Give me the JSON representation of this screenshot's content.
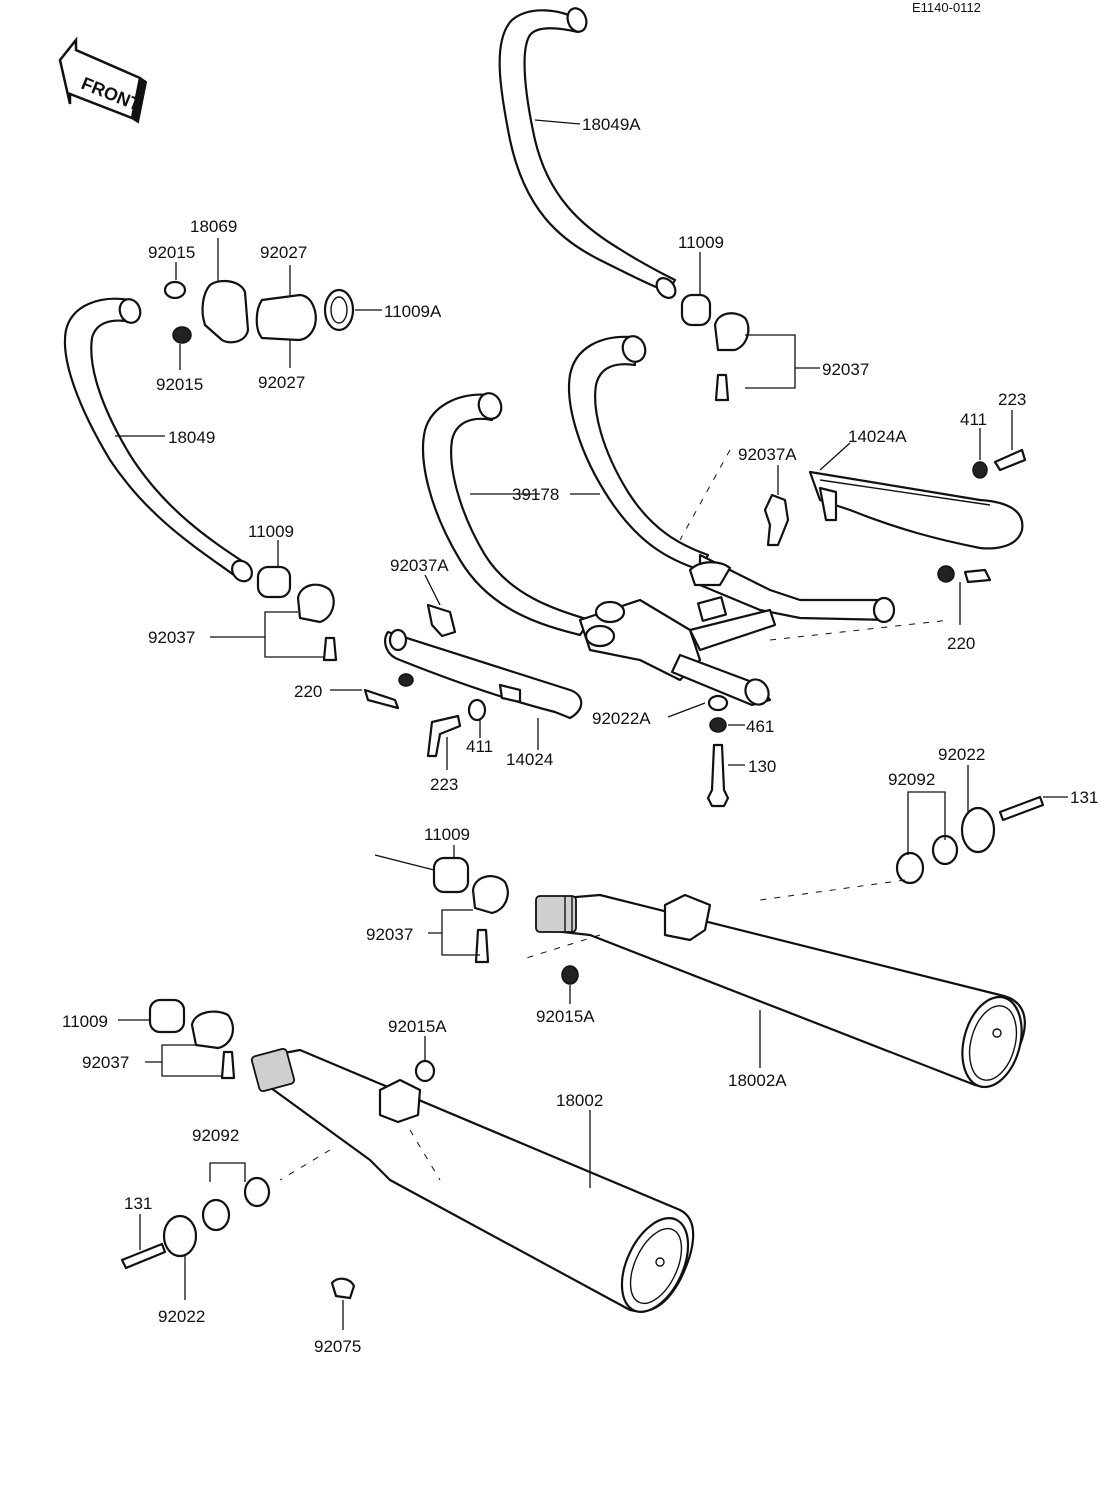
{
  "diagram": {
    "code": "E1140-0112",
    "front_label": "FRONT",
    "labels": {
      "l_18049A": "18049A",
      "l_18069": "18069",
      "l_92015_top": "92015",
      "l_92027_top": "92027",
      "l_11009A": "11009A",
      "l_92015_bot": "92015",
      "l_92027_bot": "92027",
      "l_18049": "18049",
      "l_11009_upper_right": "11009",
      "l_92037_upper_right": "92037",
      "l_223_right": "223",
      "l_411_right": "411",
      "l_14024A": "14024A",
      "l_92037A_right": "92037A",
      "l_39178": "39178",
      "l_11009_left": "11009",
      "l_92037A_left": "92037A",
      "l_92037_left": "92037",
      "l_220_right": "220",
      "l_220_left": "220",
      "l_92022A": "92022A",
      "l_461": "461",
      "l_130": "130",
      "l_411_left": "411",
      "l_14024": "14024",
      "l_223_left": "223",
      "l_92022_right": "92022",
      "l_92092_right": "92092",
      "l_131_right": "131",
      "l_11009_mid": "11009",
      "l_92037_mid": "92037",
      "l_92015A_right": "92015A",
      "l_11009_lower": "11009",
      "l_92015A_left": "92015A",
      "l_92037_lower": "92037",
      "l_18002A": "18002A",
      "l_18002": "18002",
      "l_92092_left": "92092",
      "l_131_left": "131",
      "l_92022_left": "92022",
      "l_92075": "92075"
    }
  }
}
